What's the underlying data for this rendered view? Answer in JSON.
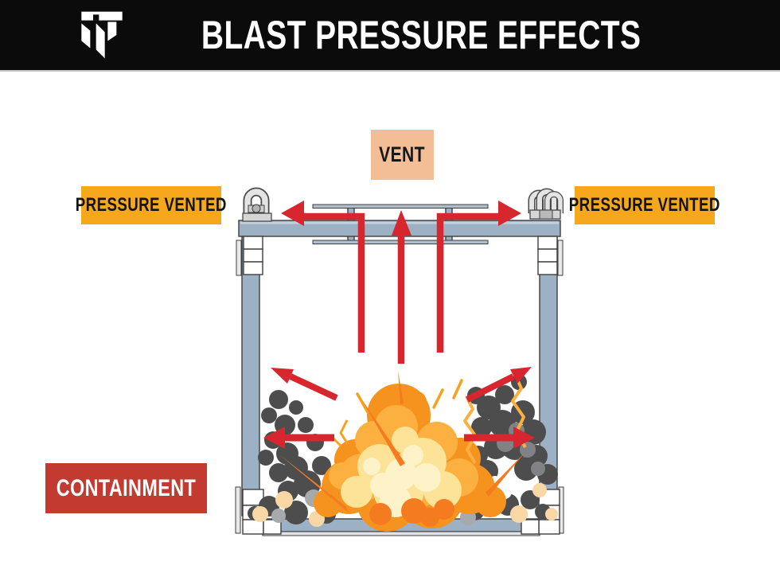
{
  "header": {
    "title": "BLAST PRESSURE EFFECTS",
    "logo_icon": "shield-monogram-icon",
    "bg_color": "#0b0b0b",
    "text_color": "#ffffff"
  },
  "labels": {
    "vent": {
      "text": "VENT",
      "bg": "#f3bd96",
      "fg": "#171717"
    },
    "pressure_vented_left": {
      "text": "PRESSURE VENTED",
      "bg": "#f6a81c",
      "fg": "#141414"
    },
    "pressure_vented_right": {
      "text": "PRESSURE VENTED",
      "bg": "#f6a81c",
      "fg": "#141414"
    },
    "containment": {
      "text": "CONTAINMENT",
      "bg": "#c23a30",
      "fg": "#ffffff"
    }
  },
  "diagram": {
    "description": "Cross-section of a steel blast-containment vessel with an internal explosion; red arrows show blast pressure vented upward through the top vent plate and outward at the sides of the vent, while diagonal and lateral pressure is contained by the vessel walls",
    "colors": {
      "arrow_red": "#d7262e",
      "vessel_steel_blue": "#9db1c5",
      "vessel_outline": "#3e3e3e",
      "fire_orange": "#f6921e",
      "fire_amber": "#fbb040",
      "fire_yellow": "#fde398",
      "smoke_dark": "#4d4d4d"
    }
  }
}
